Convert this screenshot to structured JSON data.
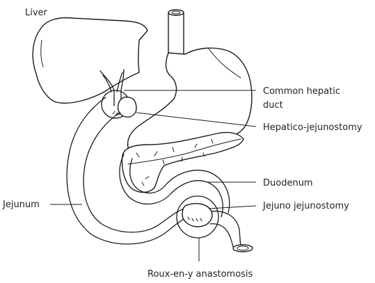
{
  "labels": {
    "liver": "Liver",
    "common_hepatic_duct_line1": "Common hepatic",
    "common_hepatic_duct_line2": "duct",
    "hepatico_jejunostomy": "Hepatico-jejunostomy",
    "duodenum": "Duodenum",
    "jejunum": "Jejunum",
    "jejuno_jejunostomy": "Jejuno jejunostomy",
    "roux_en_y": "Roux-en-y anastomosis"
  },
  "colors": {
    "stroke": "#1a1a1a",
    "text": "#222222",
    "background": "#ffffff"
  }
}
